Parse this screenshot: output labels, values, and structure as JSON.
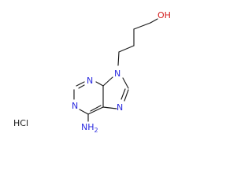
{
  "molecule": {
    "atoms": {
      "n_pyrimidine_top": "N",
      "n_pyrimidine_bottom": "N",
      "n9": "N",
      "n7": "N",
      "hydroxyl_o": "OH",
      "amino_n": "NH",
      "amino_h_count": "2",
      "salt": "HCl"
    }
  },
  "colors": {
    "bond": "#1a1a1a",
    "nitrogen": "#2a2adf",
    "oxygen": "#d42020"
  }
}
